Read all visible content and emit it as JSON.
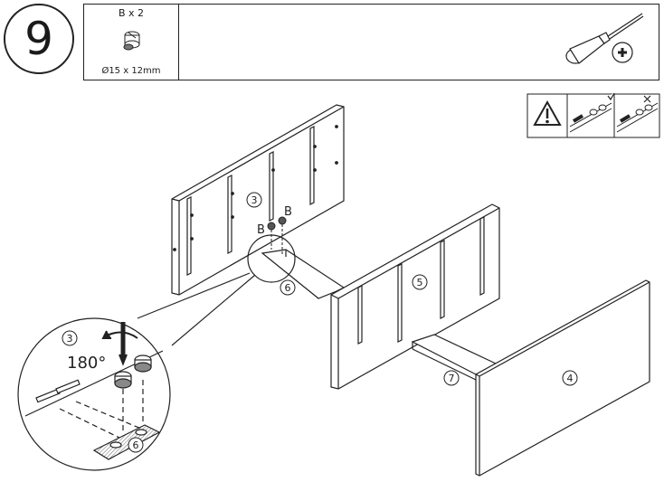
{
  "step": {
    "number": "9"
  },
  "parts": [
    {
      "letter": "B",
      "qty_label": "B x 2",
      "size_label": "Ø15 x 12mm"
    }
  ],
  "tool": {
    "name": "phillips-screwdriver-icon"
  },
  "warning": {
    "icon": "warning-triangle-icon"
  },
  "callouts": {
    "panel_3": "3",
    "panel_4": "4",
    "panel_5": "5",
    "panel_6": "6",
    "panel_7": "7",
    "cam_b_left": "B",
    "cam_b_right": "B",
    "detail_panel_3": "3",
    "detail_panel_6": "6",
    "rotation": "180°"
  },
  "colors": {
    "line": "#1a1a1a",
    "panel_fill": "#ffffff",
    "hatch": "#444444"
  }
}
